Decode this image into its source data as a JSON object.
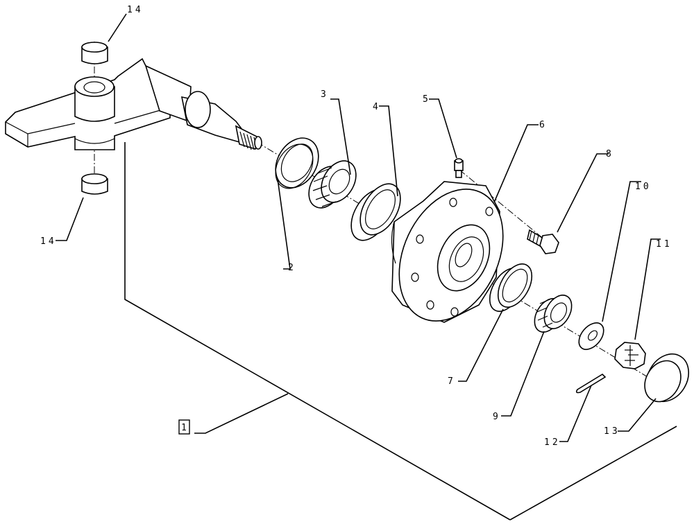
{
  "callouts": [
    {
      "id": "c1",
      "text": "1"
    },
    {
      "id": "c2",
      "text": "2"
    },
    {
      "id": "c3",
      "text": "3"
    },
    {
      "id": "c4",
      "text": "4"
    },
    {
      "id": "c5",
      "text": "5"
    },
    {
      "id": "c6",
      "text": "6"
    },
    {
      "id": "c7",
      "text": "7"
    },
    {
      "id": "c8",
      "text": "8"
    },
    {
      "id": "c9",
      "text": "9"
    },
    {
      "id": "c10",
      "text": "10"
    },
    {
      "id": "c11",
      "text": "11"
    },
    {
      "id": "c12",
      "text": "12"
    },
    {
      "id": "c13",
      "text": "13"
    },
    {
      "id": "c14a",
      "text": "14"
    },
    {
      "id": "c14b",
      "text": "14"
    }
  ]
}
